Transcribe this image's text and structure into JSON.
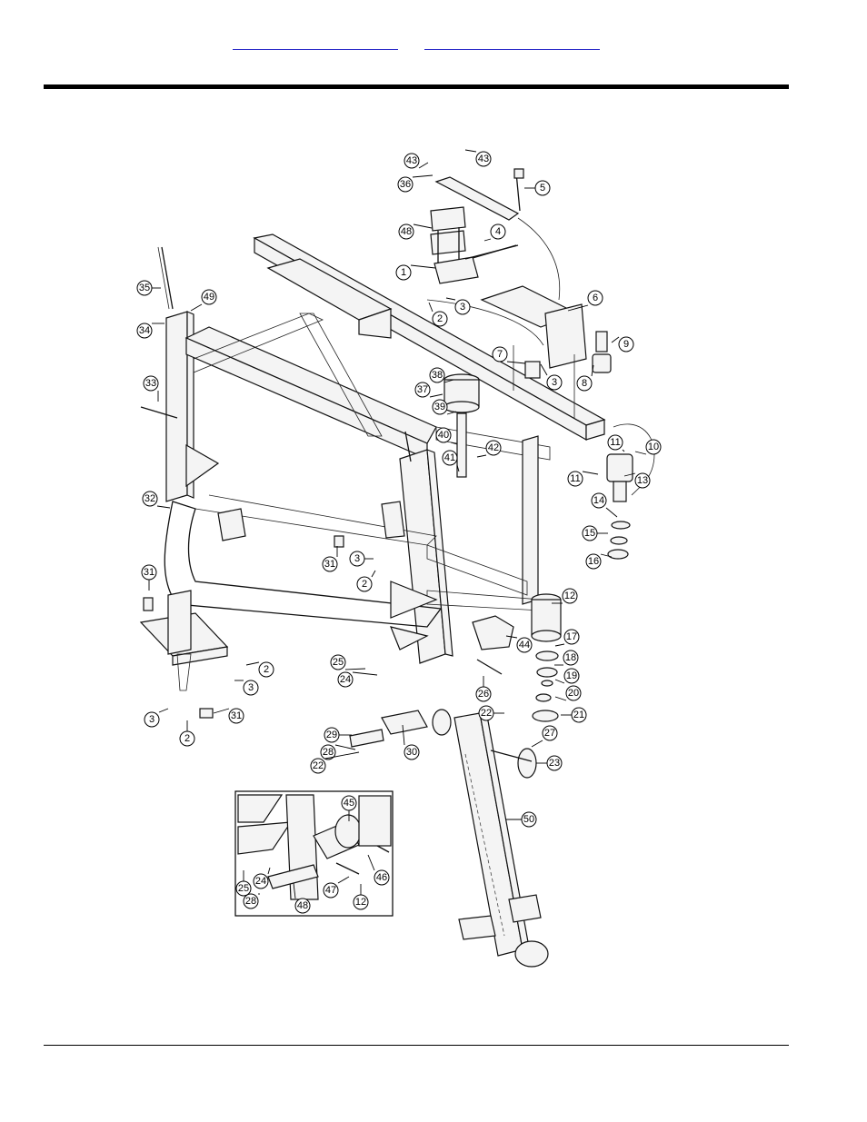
{
  "header": {
    "links": [
      {
        "label": ""
      },
      {
        "label": ""
      }
    ]
  },
  "diagram": {
    "callouts": [
      {
        "n": "43"
      },
      {
        "n": "43"
      },
      {
        "n": "36"
      },
      {
        "n": "5"
      },
      {
        "n": "48"
      },
      {
        "n": "4"
      },
      {
        "n": "1"
      },
      {
        "n": "2"
      },
      {
        "n": "3"
      },
      {
        "n": "6"
      },
      {
        "n": "9"
      },
      {
        "n": "35"
      },
      {
        "n": "49"
      },
      {
        "n": "34"
      },
      {
        "n": "7"
      },
      {
        "n": "3"
      },
      {
        "n": "8"
      },
      {
        "n": "38"
      },
      {
        "n": "37"
      },
      {
        "n": "39"
      },
      {
        "n": "33"
      },
      {
        "n": "10"
      },
      {
        "n": "11"
      },
      {
        "n": "40"
      },
      {
        "n": "41"
      },
      {
        "n": "42"
      },
      {
        "n": "11"
      },
      {
        "n": "13"
      },
      {
        "n": "32"
      },
      {
        "n": "14"
      },
      {
        "n": "15"
      },
      {
        "n": "16"
      },
      {
        "n": "31"
      },
      {
        "n": "3"
      },
      {
        "n": "2"
      },
      {
        "n": "31"
      },
      {
        "n": "12"
      },
      {
        "n": "17"
      },
      {
        "n": "44"
      },
      {
        "n": "18"
      },
      {
        "n": "25"
      },
      {
        "n": "2"
      },
      {
        "n": "24"
      },
      {
        "n": "3"
      },
      {
        "n": "26"
      },
      {
        "n": "19"
      },
      {
        "n": "20"
      },
      {
        "n": "22"
      },
      {
        "n": "21"
      },
      {
        "n": "3"
      },
      {
        "n": "31"
      },
      {
        "n": "2"
      },
      {
        "n": "29"
      },
      {
        "n": "27"
      },
      {
        "n": "23"
      },
      {
        "n": "28"
      },
      {
        "n": "30"
      },
      {
        "n": "22"
      },
      {
        "n": "45"
      },
      {
        "n": "50"
      },
      {
        "n": "46"
      },
      {
        "n": "25"
      },
      {
        "n": "24"
      },
      {
        "n": "47"
      },
      {
        "n": "12"
      },
      {
        "n": "28"
      },
      {
        "n": "48"
      }
    ]
  }
}
